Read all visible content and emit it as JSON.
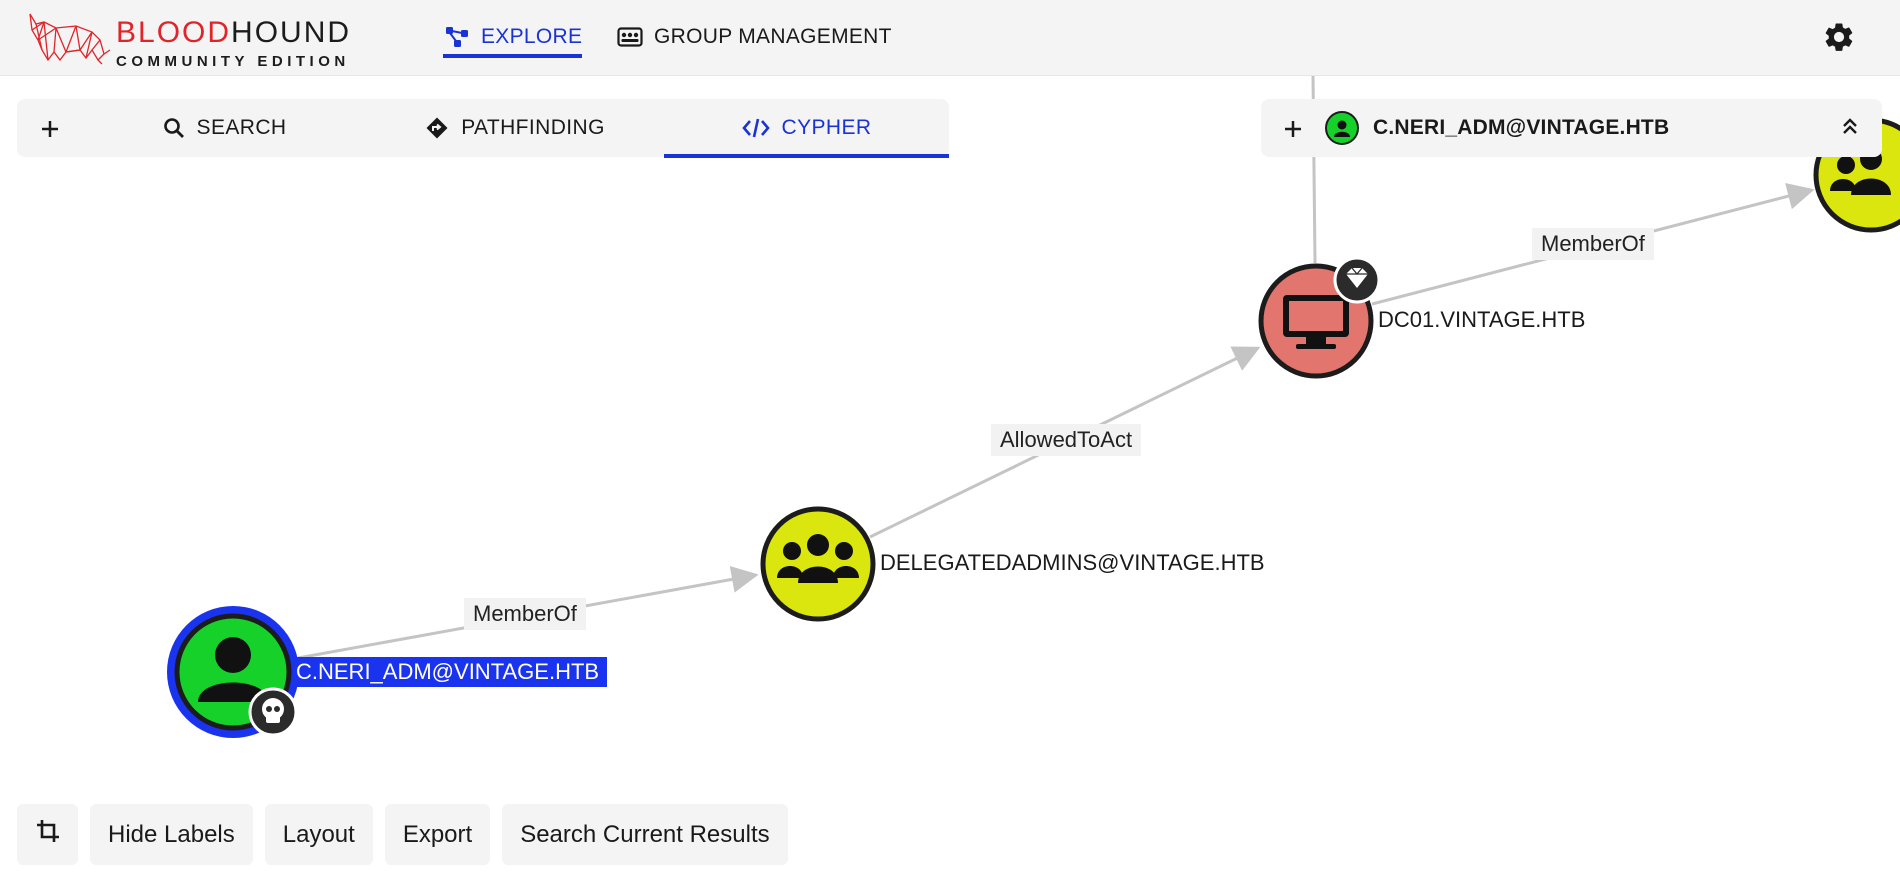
{
  "app": {
    "brand_red": "BLOOD",
    "brand_dark": "HOUND",
    "brand_sub": "COMMUNITY EDITION"
  },
  "nav": {
    "tabs": [
      {
        "label": "EXPLORE",
        "icon": "graph-icon",
        "active": true
      },
      {
        "label": "GROUP MANAGEMENT",
        "icon": "id-card-icon",
        "active": false
      }
    ],
    "settings_icon": "gear-icon"
  },
  "search_panel": {
    "add_icon": "plus-icon",
    "tabs": [
      {
        "label": "SEARCH",
        "icon": "search-icon",
        "active": false
      },
      {
        "label": "PATHFINDING",
        "icon": "directions-icon",
        "active": false
      },
      {
        "label": "CYPHER",
        "icon": "code-icon",
        "active": true
      }
    ]
  },
  "entity_panel": {
    "add_icon": "plus-icon",
    "title": "C.NERI_ADM@VINTAGE.HTB",
    "avatar_color": "#17d12b",
    "collapse_icon": "double-chevron-up-icon"
  },
  "graph": {
    "nodes": [
      {
        "label": "C.NERI_ADM@VINTAGE.HTB",
        "type": "User",
        "color": "#17d12b",
        "selected": true,
        "badge": "skull-icon"
      },
      {
        "label": "DELEGATEDADMINS@VINTAGE.HTB",
        "type": "Group",
        "color": "#dbe60e"
      },
      {
        "label": "DC01.VINTAGE.HTB",
        "type": "Computer",
        "color": "#e2756d",
        "badge": "gem-icon"
      },
      {
        "label": "",
        "type": "Group",
        "color": "#dbe60e"
      }
    ],
    "edges": [
      {
        "label": "MemberOf"
      },
      {
        "label": "AllowedToAct"
      },
      {
        "label": "MemberOf"
      }
    ]
  },
  "bottom_buttons": {
    "crop_icon": "crop-icon",
    "hide_labels": "Hide Labels",
    "layout": "Layout",
    "export": "Export",
    "search_results": "Search Current Results"
  }
}
